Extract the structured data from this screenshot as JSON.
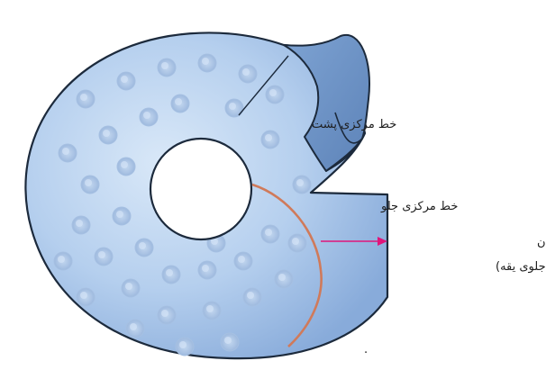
{
  "labels": {
    "back_center_line": "خط مرکزی پشت",
    "front_center_line": "خط مرکزی جلو",
    "new_hem_line_1": "خط جدید لبه ی والان",
    "new_hem_line_2": "(جلوی یقه)",
    "stray_mark": "."
  },
  "colors": {
    "fabric_light": "#c7dcf3",
    "fabric_mid": "#9fc0e6",
    "fabric_dark": "#6f95c4",
    "outline": "#1c2a3c",
    "hem_line": "#d07a5a",
    "pointer_arrow": "#e0157a",
    "dots": "#b6cce8"
  }
}
